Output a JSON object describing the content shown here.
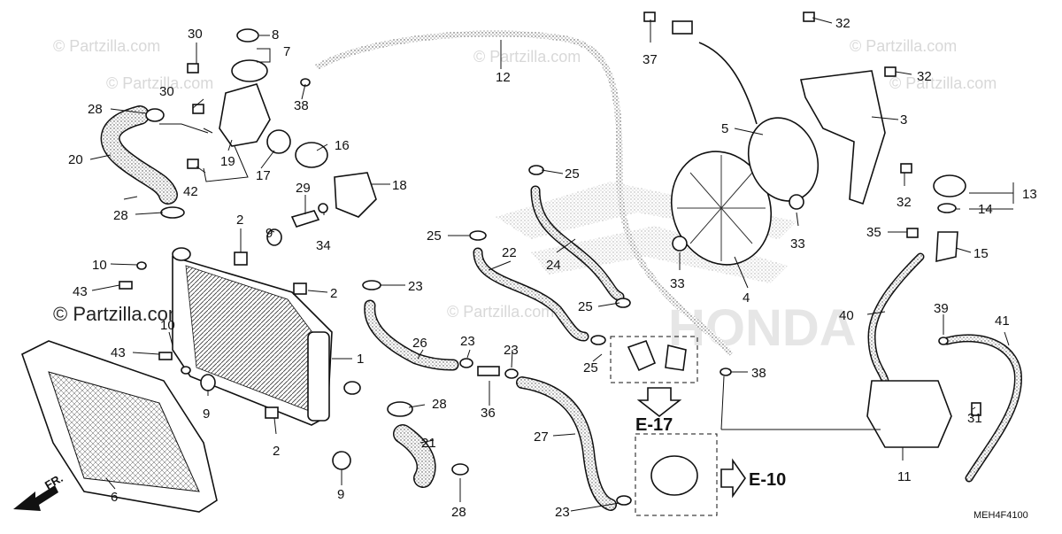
{
  "diagram": {
    "code": "MEH4F4100",
    "front_label": "FR.",
    "watermark_main": "© Partzilla.com",
    "watermark_faint": "© Partzilla.com",
    "brand_mark": "HONDA",
    "references": [
      {
        "id": "e17",
        "text": "E-17"
      },
      {
        "id": "e10",
        "text": "E-10"
      }
    ],
    "callouts": [
      {
        "id": "c30a",
        "text": "30"
      },
      {
        "id": "c8",
        "text": "8"
      },
      {
        "id": "c7",
        "text": "7"
      },
      {
        "id": "c12",
        "text": "12"
      },
      {
        "id": "c37",
        "text": "37"
      },
      {
        "id": "c32a",
        "text": "32"
      },
      {
        "id": "c32b",
        "text": "32"
      },
      {
        "id": "c30b",
        "text": "30"
      },
      {
        "id": "c28a",
        "text": "28"
      },
      {
        "id": "c38a",
        "text": "38"
      },
      {
        "id": "c5",
        "text": "5"
      },
      {
        "id": "c3",
        "text": "3"
      },
      {
        "id": "c20",
        "text": "20"
      },
      {
        "id": "c19",
        "text": "19"
      },
      {
        "id": "c17",
        "text": "17"
      },
      {
        "id": "c16",
        "text": "16"
      },
      {
        "id": "c25a",
        "text": "25"
      },
      {
        "id": "c42",
        "text": "42"
      },
      {
        "id": "c18",
        "text": "18"
      },
      {
        "id": "c32c",
        "text": "32"
      },
      {
        "id": "c13",
        "text": "13"
      },
      {
        "id": "c28b",
        "text": "28"
      },
      {
        "id": "c29",
        "text": "29"
      },
      {
        "id": "c14",
        "text": "14"
      },
      {
        "id": "c2a",
        "text": "2"
      },
      {
        "id": "c9a",
        "text": "9"
      },
      {
        "id": "c34",
        "text": "34"
      },
      {
        "id": "c25b",
        "text": "25"
      },
      {
        "id": "c33a",
        "text": "33"
      },
      {
        "id": "c35",
        "text": "35"
      },
      {
        "id": "c10a",
        "text": "10"
      },
      {
        "id": "c22",
        "text": "22"
      },
      {
        "id": "c24",
        "text": "24"
      },
      {
        "id": "c15",
        "text": "15"
      },
      {
        "id": "c43a",
        "text": "43"
      },
      {
        "id": "c2b",
        "text": "2"
      },
      {
        "id": "c23a",
        "text": "23"
      },
      {
        "id": "c33b",
        "text": "33"
      },
      {
        "id": "c4",
        "text": "4"
      },
      {
        "id": "c25c",
        "text": "25"
      },
      {
        "id": "c40",
        "text": "40"
      },
      {
        "id": "c39",
        "text": "39"
      },
      {
        "id": "c41",
        "text": "41"
      },
      {
        "id": "c10b",
        "text": "10"
      },
      {
        "id": "c26",
        "text": "26"
      },
      {
        "id": "c43b",
        "text": "43"
      },
      {
        "id": "c1",
        "text": "1"
      },
      {
        "id": "c23b",
        "text": "23"
      },
      {
        "id": "c23c",
        "text": "23"
      },
      {
        "id": "c25d",
        "text": "25"
      },
      {
        "id": "c38b",
        "text": "38"
      },
      {
        "id": "c9b",
        "text": "9"
      },
      {
        "id": "c36",
        "text": "36"
      },
      {
        "id": "c28c",
        "text": "28"
      },
      {
        "id": "c31",
        "text": "31"
      },
      {
        "id": "c2c",
        "text": "2"
      },
      {
        "id": "c27",
        "text": "27"
      },
      {
        "id": "c21",
        "text": "21"
      },
      {
        "id": "c6",
        "text": "6"
      },
      {
        "id": "c9c",
        "text": "9"
      },
      {
        "id": "c11",
        "text": "11"
      },
      {
        "id": "c28d",
        "text": "28"
      },
      {
        "id": "c23d",
        "text": "23"
      }
    ]
  }
}
